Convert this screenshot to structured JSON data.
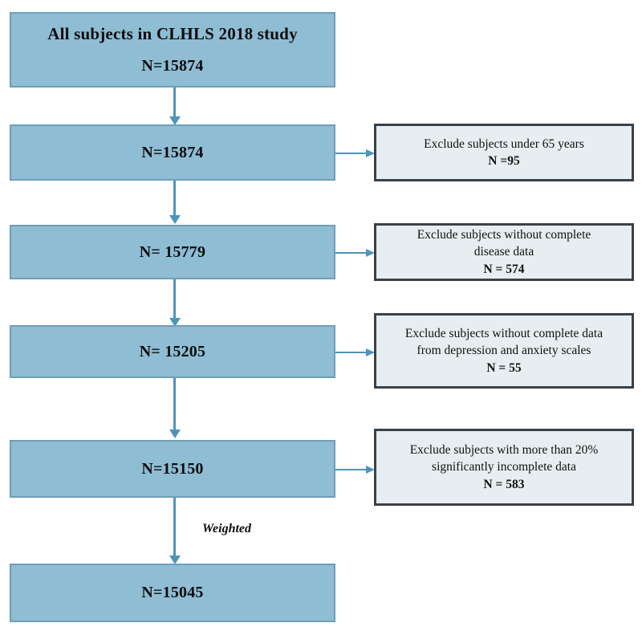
{
  "figure": {
    "type": "flowchart",
    "orientation": "vertical",
    "colors": {
      "flow_box_fill": "#8ebdd4",
      "flow_box_border": "#6f9fb8",
      "exclusion_box_fill": "#e7eef1",
      "exclusion_box_border": "#3b4148",
      "connector": "#4f94b8",
      "text": "#0d0d0d",
      "background": "#ffffff"
    }
  },
  "flow_nodes": [
    {
      "id": "node-all-subjects",
      "title": "All subjects in CLHLS 2018 study",
      "count": "N=15874"
    },
    {
      "id": "node-stage-1",
      "title": "",
      "count": "N=15874"
    },
    {
      "id": "node-stage-2",
      "title": "",
      "count": "N= 15779"
    },
    {
      "id": "node-stage-3",
      "title": "",
      "count": "N= 15205"
    },
    {
      "id": "node-stage-4",
      "title": "",
      "count": "N=15150"
    },
    {
      "id": "node-final",
      "title": "",
      "count": "N=15045"
    }
  ],
  "exclusion_nodes": [
    {
      "id": "exclusion-age",
      "reason_line_1": "Exclude subjects under 65 years",
      "reason_line_2": "",
      "count": "N =95"
    },
    {
      "id": "exclusion-disease-data",
      "reason_line_1": "Exclude subjects without complete",
      "reason_line_2": "disease data",
      "count": "N = 574"
    },
    {
      "id": "exclusion-scales-data",
      "reason_line_1": "Exclude subjects without complete data",
      "reason_line_2": "from depression and anxiety scales",
      "count": "N = 55"
    },
    {
      "id": "exclusion-incomplete-data",
      "reason_line_1": "Exclude subjects with more than 20%",
      "reason_line_2": "significantly incomplete data",
      "count": "N = 583"
    }
  ],
  "annotations": [
    {
      "id": "annotation-weighted",
      "label": "Weighted"
    }
  ]
}
